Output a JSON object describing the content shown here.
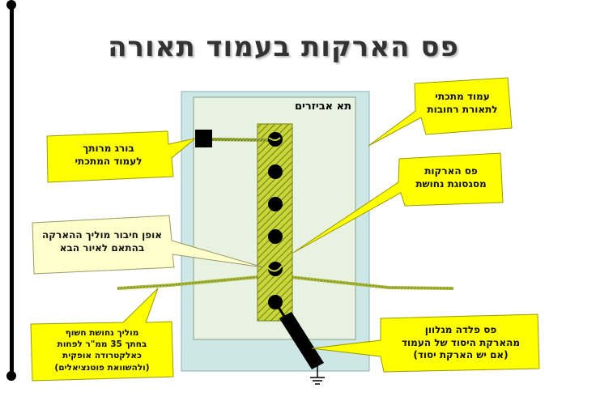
{
  "title": "פס הארקות בעמוד תאורה",
  "cabinet_label": "תא אביזרים",
  "callouts": {
    "metal_pole": [
      "עמוד מתכתי",
      "לתאורת רחובות"
    ],
    "welded_bolt": [
      "בורג מרותך",
      "לעמוד המתכתי"
    ],
    "grounding_bar": [
      "פס הארקות",
      "מסגסוגת נחושת"
    ],
    "connection_method": [
      "אופן חיבור מוליך ההארקה",
      "בהתאם לאיור הבא"
    ],
    "bare_conductor": [
      "מוליך נחושת חשוף",
      "בחתך 35 ממ\"ר לפחות",
      "כאלקטרודה אופקית",
      "(ולהשוואת פוטנציאלים)"
    ],
    "steel_strip": [
      "פס פלדה מגלוון",
      "מהארקת היסוד של העמוד",
      "(אם יש הארקת יסוד)"
    ]
  },
  "colors": {
    "callout_yellow": "#ffff00",
    "callout_light": "#ffffcc",
    "pole_fill": "#cde6e6",
    "cabinet_fill": "#e8f2e0",
    "bar_green": "#b5c832",
    "conductor_green": "#a8b83a"
  },
  "icons": [
    "ground-symbol-icon"
  ]
}
